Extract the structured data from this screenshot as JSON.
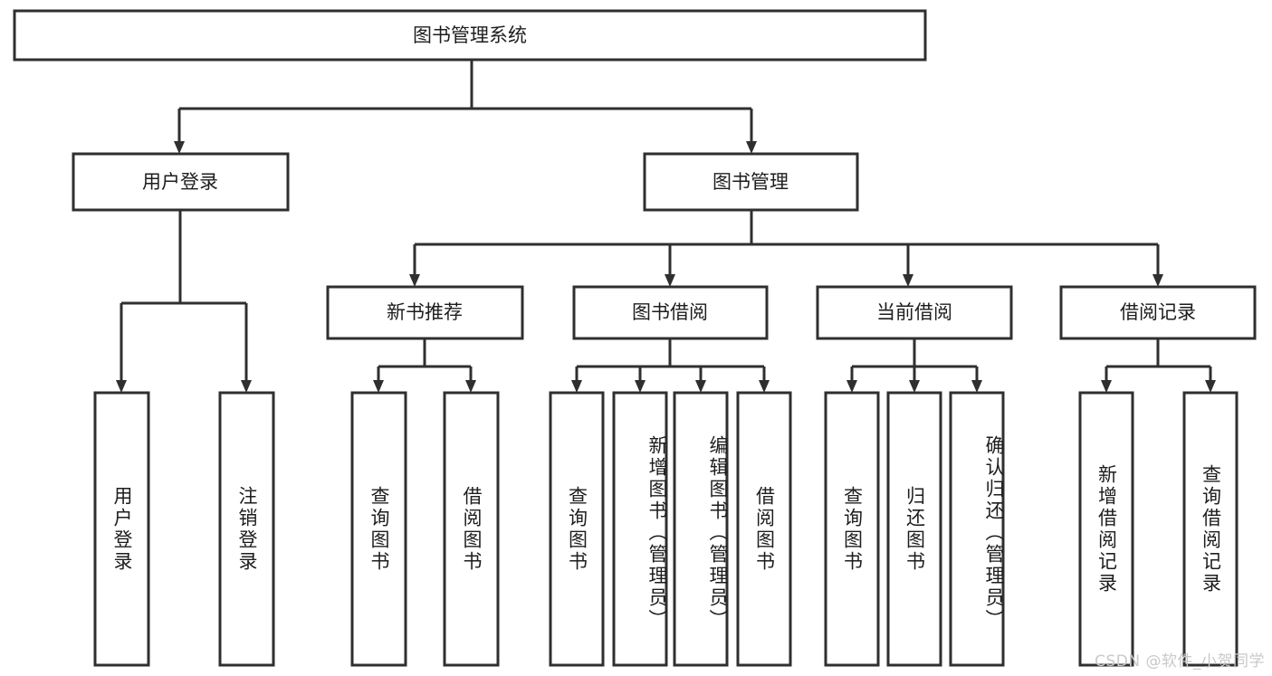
{
  "diagram": {
    "type": "tree",
    "title_node": "图书管理系统",
    "watermark": "CSDN @软件_小贺同学",
    "colors": {
      "box_stroke": "#2f2f2f",
      "box_fill": "#ffffff",
      "text": "#1d1d1d",
      "watermark": "#c9c9c9",
      "background": "#ffffff"
    },
    "levels": {
      "root": {
        "label": "图书管理系统"
      },
      "level2": [
        {
          "label": "用户登录"
        },
        {
          "label": "图书管理"
        }
      ],
      "level3": [
        {
          "label": "新书推荐"
        },
        {
          "label": "图书借阅"
        },
        {
          "label": "当前借阅"
        },
        {
          "label": "借阅记录"
        }
      ],
      "leaves": {
        "user_login": [
          {
            "label": "用户登录"
          },
          {
            "label": "注销登录"
          }
        ],
        "new_book_recommend": [
          {
            "label": "查询图书"
          },
          {
            "label": "借阅图书"
          }
        ],
        "book_borrow": [
          {
            "label": "查询图书"
          },
          {
            "label": "新增图书（管理员）"
          },
          {
            "label": "编辑图书（管理员）"
          },
          {
            "label": "借阅图书"
          }
        ],
        "current_borrow": [
          {
            "label": "查询图书"
          },
          {
            "label": "归还图书"
          },
          {
            "label": "确认归还（管理员）"
          }
        ],
        "borrow_record": [
          {
            "label": "新增借阅记录"
          },
          {
            "label": "查询借阅记录"
          }
        ]
      }
    }
  }
}
